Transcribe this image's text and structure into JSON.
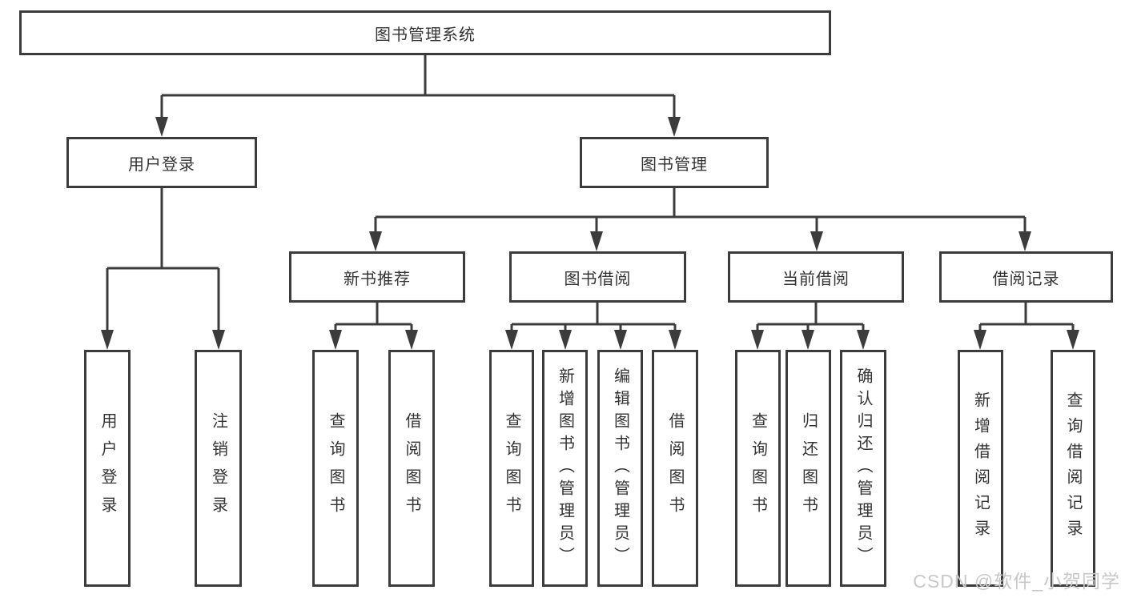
{
  "diagram": {
    "title": "图书管理系统",
    "line_color": "#3c3c3c",
    "box_background": "#ffffff",
    "text_color": "#333333",
    "root": "图书管理系统",
    "level2": [
      "用户登录",
      "图书管理"
    ],
    "level3": [
      "新书推荐",
      "图书借阅",
      "当前借阅",
      "借阅记录"
    ],
    "leaves": {
      "user_login": [
        "用户登录",
        "注销登录"
      ],
      "new_book_recommendation": [
        "查询图书",
        "借阅图书"
      ],
      "book_borrowing": [
        "查询图书",
        "新增图书（管理员）",
        "编辑图书（管理员）",
        "借阅图书"
      ],
      "current_borrowing": [
        "查询图书",
        "归还图书",
        "确认归还（管理员）"
      ],
      "borrowing_records": [
        "新增借阅记录",
        "查询借阅记录"
      ]
    }
  },
  "watermark": {
    "text": "CSDN @软件_小贺同学",
    "color": "#c8c8c8"
  }
}
